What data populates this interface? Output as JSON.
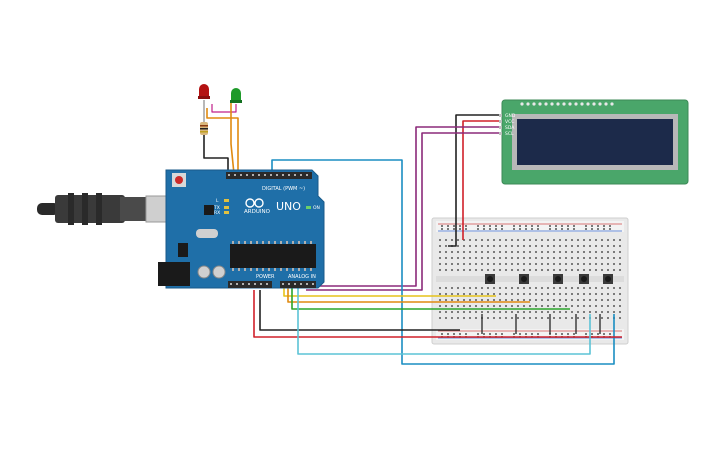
{
  "arduino": {
    "logo_text": "UNO",
    "brand": "ARDUINO",
    "digital_label": "DIGITAL (PWM ~)",
    "power_label": "POWER",
    "analog_label": "ANALOG IN",
    "tx_label": "TX",
    "rx_label": "RX",
    "l_label": "L",
    "on_label": "ON"
  },
  "lcd": {
    "pin_labels": [
      "GND",
      "VCC",
      "SDA",
      "SCL"
    ]
  },
  "breadboard": {
    "button_count": 5
  },
  "colors": {
    "board": "#1f6fa8",
    "lcd_pcb": "#4aa66a",
    "lcd_screen": "#1c2a4a",
    "wire_black": "#222222",
    "wire_red": "#d0202a",
    "wire_purple": "#8b2a7a",
    "wire_orange": "#e08a10",
    "wire_yellow": "#e6c21a",
    "wire_green": "#2aa52a",
    "wire_lightblue": "#5bc3d6",
    "wire_blue": "#1a8ec2",
    "led_red": "#b31212",
    "led_green": "#1e9a2a"
  }
}
